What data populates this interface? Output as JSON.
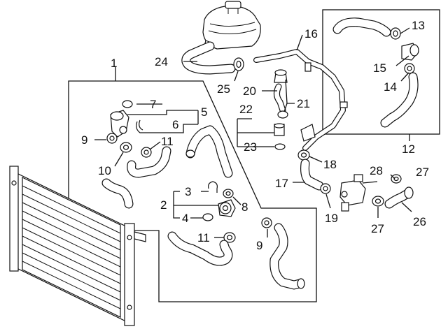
{
  "callouts": {
    "c1": "1",
    "c2": "2",
    "c3": "3",
    "c4": "4",
    "c5": "5",
    "c6": "6",
    "c7": "7",
    "c8": "8",
    "c9a": "9",
    "c9b": "9",
    "c10": "10",
    "c11a": "11",
    "c11b": "11",
    "c12": "12",
    "c13": "13",
    "c14": "14",
    "c15": "15",
    "c16": "16",
    "c17": "17",
    "c18": "18",
    "c19": "19",
    "c20": "20",
    "c21": "21",
    "c22": "22",
    "c23": "23",
    "c24": "24",
    "c25": "25",
    "c26": "26",
    "c27a": "27",
    "c27b": "27",
    "c28": "28"
  }
}
